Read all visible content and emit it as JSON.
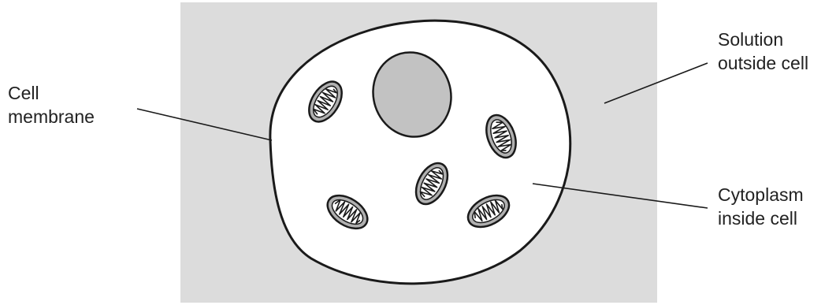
{
  "labels": {
    "cell_membrane": [
      "Cell",
      "membrane"
    ],
    "solution_outside_cell": [
      "Solution",
      "outside cell"
    ],
    "cytoplasm_inside_cell": [
      "Cytoplasm",
      "inside cell"
    ]
  },
  "colors": {
    "background_panel": "#dcdcdc",
    "cytoplasm": "#ffffff",
    "nucleus": "#c2c2c2",
    "mitochondrion": "#b0b0b0",
    "outline": "#1a1a1a"
  },
  "icons": [
    "nucleus",
    "mitochondrion"
  ]
}
